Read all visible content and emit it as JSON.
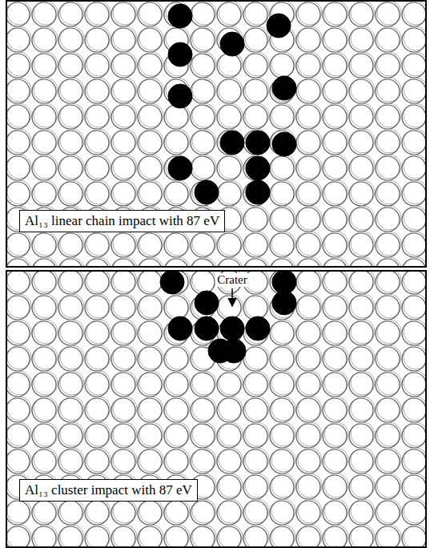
{
  "diagram": {
    "nodes": [
      {
        "text": [
          "Al₁₃ linear chain impact with 87 eV"
        ]
      },
      {
        "text": [
          "Al₁₃ cluster impact with 87 eV"
        ]
      }
    ],
    "labels": [
      "Crater"
    ]
  }
}
